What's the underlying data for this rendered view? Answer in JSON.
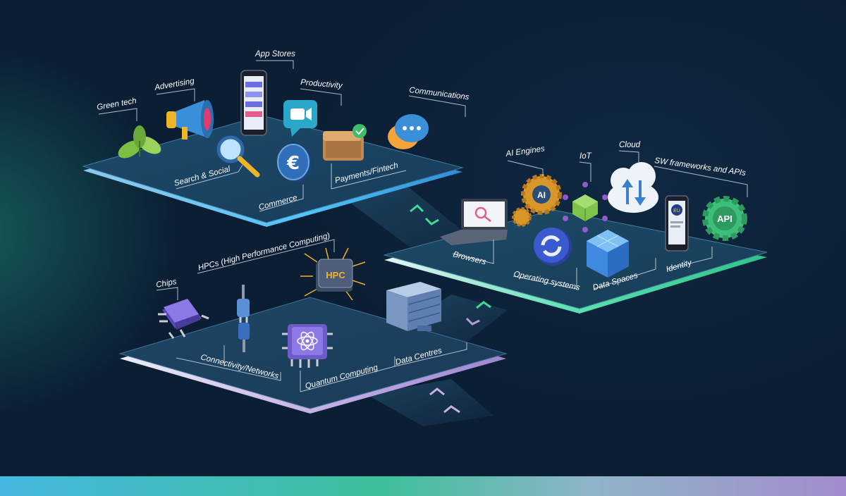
{
  "labels": {
    "green_tech": "Green tech",
    "advertising": "Advertising",
    "app_stores": "App Stores",
    "productivity": "Productivity",
    "communications": "Communications",
    "search_social": "Search & Social",
    "commerce": "Commerce",
    "payments_fintech": "Payments/Fintech",
    "ai_engines": "AI Engines",
    "iot": "IoT",
    "cloud": "Cloud",
    "sw_frameworks": "SW frameworks and APIs",
    "browsers": "Browsers",
    "operating_systems": "Operating systems",
    "data_spaces": "Data Spaces",
    "identity": "Identity",
    "hpcs": "HPCs (High Performance Computing)",
    "chips": "Chips",
    "connectivity": "Connectivity/Networks",
    "quantum": "Quantum Computing",
    "data_centres": "Data Centres"
  },
  "icon_text": {
    "hpc": "HPC",
    "api": "API",
    "ai": "AI",
    "eu": "EU"
  },
  "colors": {
    "background": "#0b1e33",
    "platform_top_edge": "#4fc3f7",
    "platform_mid_edge": "#3ddc97",
    "platform_bottom_edge": "#b39ddb",
    "footer_gradient": [
      "#44b8e0",
      "#3dbf9a",
      "#a28ccd"
    ]
  },
  "icons": [
    "leaf-icon",
    "megaphone-icon",
    "phone-icon",
    "video-chat-icon",
    "chat-bubble-icon",
    "magnifier-icon",
    "euro-coin-icon",
    "wallet-icon",
    "laptop-icon",
    "gear-icon",
    "iot-cube-icon",
    "cloud-sync-icon",
    "mobile-id-icon",
    "api-gear-icon",
    "refresh-icon",
    "data-cubes-icon",
    "chip-icon",
    "plug-icon",
    "hpc-chip-icon",
    "quantum-chip-icon",
    "server-icon"
  ]
}
